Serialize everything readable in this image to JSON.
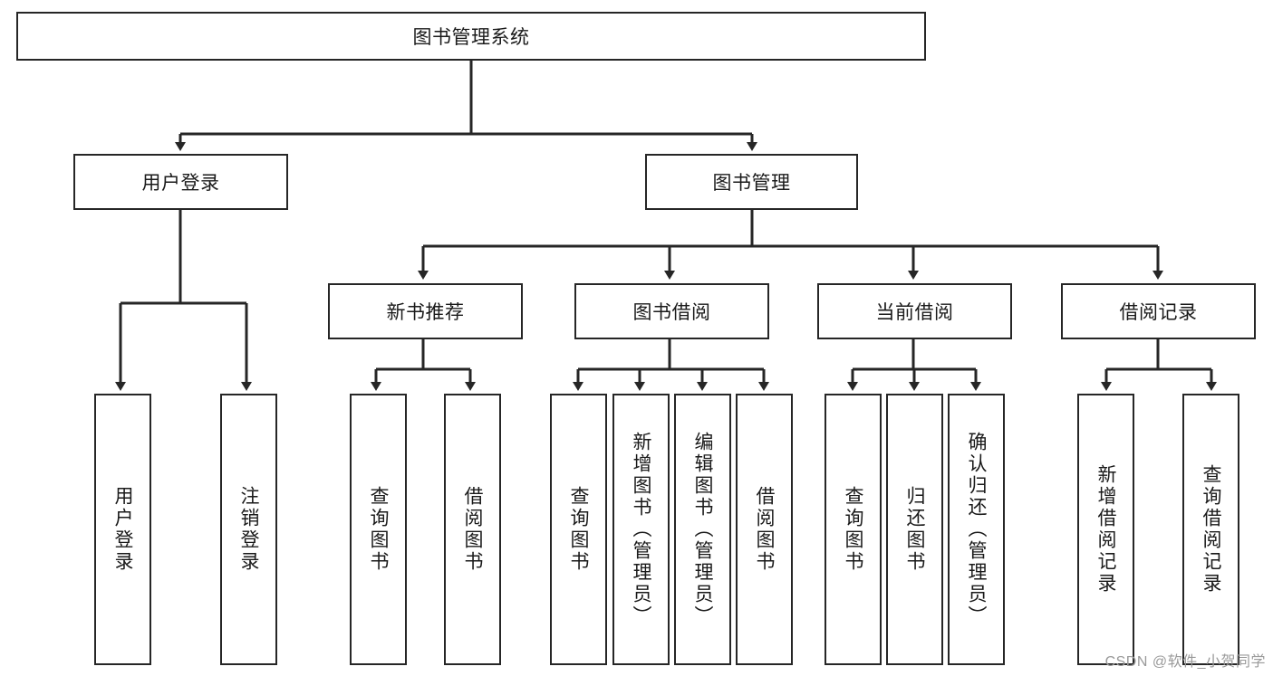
{
  "diagram": {
    "type": "tree",
    "title": "图书管理系统",
    "root": {
      "id": "root",
      "label": "图书管理系统"
    },
    "level2": [
      {
        "id": "user-login",
        "label": "用户登录"
      },
      {
        "id": "book-management",
        "label": "图书管理"
      }
    ],
    "level3": [
      {
        "id": "new-book-recommend",
        "label": "新书推荐",
        "parent": "book-management"
      },
      {
        "id": "book-borrow",
        "label": "图书借阅",
        "parent": "book-management"
      },
      {
        "id": "current-borrow",
        "label": "当前借阅",
        "parent": "book-management"
      },
      {
        "id": "borrow-record",
        "label": "借阅记录",
        "parent": "book-management"
      }
    ],
    "leaves": [
      {
        "id": "leaf-user-login",
        "label": "用户登录",
        "parent": "user-login"
      },
      {
        "id": "leaf-logout-login",
        "label": "注销登录",
        "parent": "user-login"
      },
      {
        "id": "leaf-query-book-1",
        "label": "查询图书",
        "parent": "new-book-recommend"
      },
      {
        "id": "leaf-borrow-book-1",
        "label": "借阅图书",
        "parent": "new-book-recommend"
      },
      {
        "id": "leaf-query-book-2",
        "label": "查询图书",
        "parent": "book-borrow"
      },
      {
        "id": "leaf-add-book",
        "label": "新增图书（管理员）",
        "parent": "book-borrow"
      },
      {
        "id": "leaf-edit-book",
        "label": "编辑图书（管理员）",
        "parent": "book-borrow"
      },
      {
        "id": "leaf-borrow-book-2",
        "label": "借阅图书",
        "parent": "book-borrow"
      },
      {
        "id": "leaf-query-book-3",
        "label": "查询图书",
        "parent": "current-borrow"
      },
      {
        "id": "leaf-return-book",
        "label": "归还图书",
        "parent": "current-borrow"
      },
      {
        "id": "leaf-confirm-return",
        "label": "确认归还（管理员）",
        "parent": "current-borrow"
      },
      {
        "id": "leaf-add-record",
        "label": "新增借阅记录",
        "parent": "borrow-record"
      },
      {
        "id": "leaf-query-record",
        "label": "查询借阅记录",
        "parent": "borrow-record"
      }
    ],
    "colors": {
      "stroke": "#262626",
      "box_fill": "#ffffff",
      "text": "#1a1a1a",
      "watermark": "#9a9a9a"
    }
  },
  "watermark": {
    "text": "CSDN @软件_小贺同学"
  }
}
